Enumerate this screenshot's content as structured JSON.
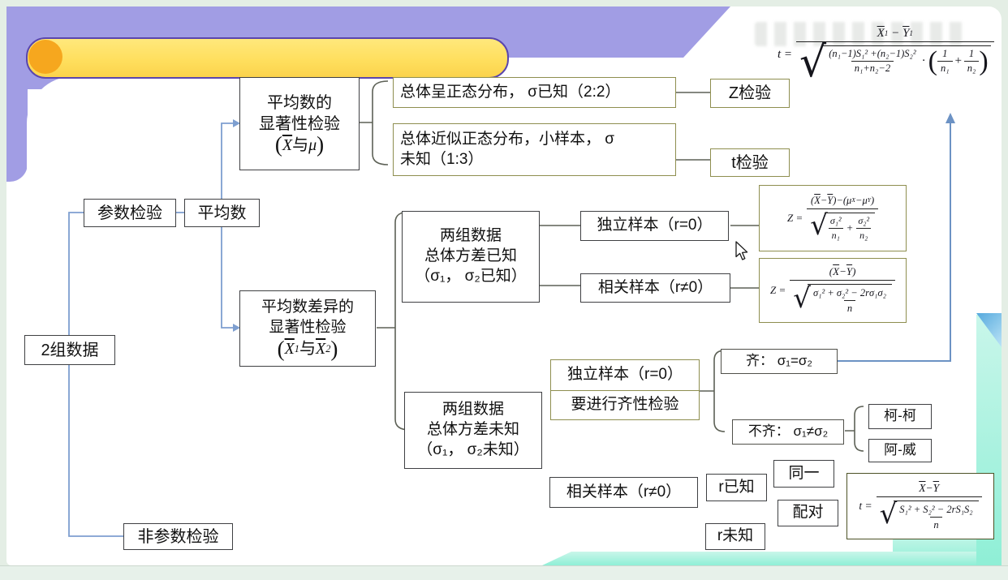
{
  "boxes": {
    "two_groups": {
      "label": "2组数据"
    },
    "parametric": {
      "label": "参数检验"
    },
    "mean": {
      "label": "平均数"
    },
    "nonparametric": {
      "label": "非参数检验"
    },
    "mean_sig": {
      "line1": "平均数的",
      "line2": "显著性检验",
      "math": {
        "open": "(",
        "x": "X",
        "conj": "与",
        "mu": "μ",
        "close": ")"
      }
    },
    "normal_known": {
      "label": "总体呈正态分布， σ已知（2:2）"
    },
    "z_test": {
      "label": "Z检验"
    },
    "approx_normal": {
      "line1": "总体近似正态分布，小样本， σ",
      "line2": "未知（1:3）"
    },
    "t_test": {
      "label": "t检验"
    },
    "mean_diff": {
      "line1": "平均数差异的",
      "line2": "显著性检验",
      "math": {
        "open": "(",
        "x1": "X",
        "x1_sub": "1",
        "conj": "与",
        "x2": "X",
        "x2_sub": "2",
        "close": ")"
      }
    },
    "var_known": {
      "line1": "两组数据",
      "line2": "总体方差已知",
      "line3": "（σ₁， σ₂已知）"
    },
    "indep_known": {
      "label": "独立样本（r=0）"
    },
    "corr_known": {
      "label": "相关样本（r≠0）"
    },
    "var_unknown": {
      "line1": "两组数据",
      "line2": "总体方差未知",
      "line3": "（σ₁， σ₂未知）"
    },
    "indep_unknown": {
      "line1": "独立样本（r=0）",
      "line2": "要进行齐性检验"
    },
    "homogeneous": {
      "label": "齐： σ₁=σ₂"
    },
    "heterogeneous": {
      "label": "不齐： σ₁≠σ₂"
    },
    "ke_ke": {
      "label": "柯-柯"
    },
    "a_wei": {
      "label": "阿-威"
    },
    "corr_unknown": {
      "label": "相关样本（r≠0）"
    },
    "r_known": {
      "label": "r已知"
    },
    "r_unknown": {
      "label": "r未知"
    },
    "same_group": {
      "label": "同一"
    },
    "paired": {
      "label": "配对"
    }
  },
  "formulas": {
    "pooled": {
      "lhs": "t",
      "eq": "=",
      "num_x": "X",
      "num_x_sub": "1",
      "minus": "−",
      "num_y": "Y",
      "num_y_sub": "1",
      "root": "√",
      "rad_num": "(n₁−1)S₁² +(n₂−1)S₂²",
      "rad_den": "n₁+n₂−2",
      "dot": "·",
      "lp": "(",
      "p1_num": "1",
      "p1_den": "n₁",
      "plus": "+",
      "p2_num": "1",
      "p2_den": "n₂",
      "rp": ")"
    },
    "z_indep": {
      "lhs": "Z",
      "eq": "=",
      "n_open": "(",
      "x": "X",
      "n_minus": " − ",
      "y": "Y",
      "n_mid": ")−(",
      "mu1": "μ",
      "mu1_sub": "X",
      "n_minus2": " − ",
      "mu2": "μ",
      "mu2_sub": "Y",
      "n_close": ")",
      "root": "√",
      "f1_num": "σ₁²",
      "f1_den": "n₁",
      "plus": "+",
      "f2_num": "σ₂²",
      "f2_den": "n₂"
    },
    "z_corr": {
      "lhs": "Z",
      "eq": "=",
      "n_open": "(",
      "x": "X",
      "minus": " − ",
      "y": "Y",
      "n_close": ")",
      "root": "√",
      "rad_num": "σ₁² + σ₂² − 2rσ₁σ₂",
      "rad_den": "n"
    },
    "t_corr": {
      "lhs": "t",
      "eq": "=",
      "x": "X",
      "minus": " − ",
      "y": "Y",
      "root": "√",
      "rad_num": "S₁² + S₂² − 2rS₁S₂",
      "rad_den": "n"
    }
  },
  "colors": {
    "accent_purple": "#a19de4",
    "pill_yellow": "#ffdf5e",
    "pill_border": "#5a46ae",
    "ball_orange": "#f6a71e",
    "mint": "#8fefd6",
    "wire_blue": "#7e9fd0",
    "wire_gray": "#5d6156",
    "olive_border": "#8e8e4f",
    "dark_border": "#3f4043"
  }
}
